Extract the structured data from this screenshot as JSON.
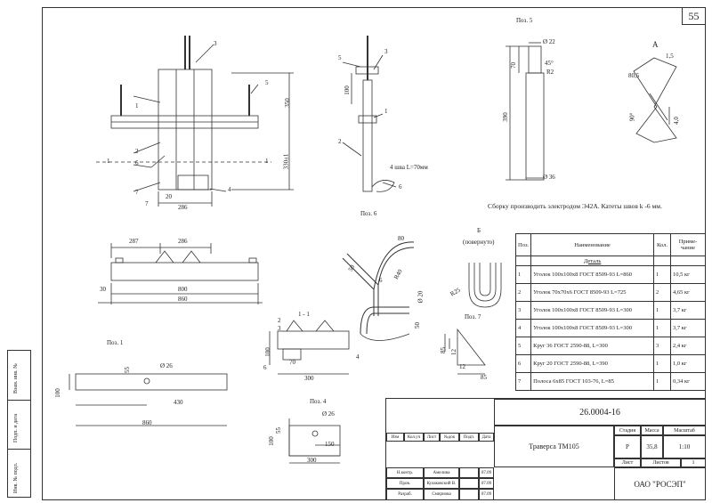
{
  "page_number": "55",
  "views": {
    "pos5_title": "Поз. 5",
    "pos6_title": "Поз. 6",
    "pos7_title": "Поз. 7",
    "pos1_title": "Поз. 1",
    "pos4_title": "Поз. 4",
    "section_11": "1 - 1",
    "view_a": "А",
    "view_b": "Б",
    "view_b_note": "(повернуто)"
  },
  "main_view": {
    "callouts": [
      "1",
      "2",
      "3",
      "4",
      "5",
      "6",
      "7"
    ],
    "dims": {
      "h350": "350",
      "h330": "330±1",
      "w286": "286",
      "w7": "7",
      "w20": "20",
      "cut_left": "1",
      "cut_right": "1"
    }
  },
  "side_view": {
    "callouts": [
      "5",
      "3",
      "1",
      "2",
      "6"
    ],
    "dims": {
      "h100": "100"
    },
    "weld_note": "4 шва L=70мм"
  },
  "pos5": {
    "d22": "Ø 22",
    "d36": "Ø 36",
    "h70": "70",
    "h390": "390",
    "a45": "45°",
    "r2": "R2"
  },
  "view_a_dims": {
    "d1_5": "1,5",
    "d80_5": "80,5",
    "a90": "90°",
    "d4": "4,0"
  },
  "weld_instruction": "Сборку производить электродом Э42А. Катеты швов k  -6 мм.",
  "plan": {
    "d287": "287",
    "d286": "286",
    "d800": "800",
    "d860": "860",
    "d30": "30"
  },
  "pos6": {
    "d80": "80",
    "d50": "50",
    "r40": "R40",
    "d6": "6",
    "d20": "Ø 20",
    "d50b": "50"
  },
  "pos_b": {
    "r25": "R25"
  },
  "pos7": {
    "d85": "85",
    "d12": "12",
    "d12b": "12",
    "d85b": "85"
  },
  "section": {
    "d100": "100",
    "d300": "300",
    "d70": "70",
    "c2": "2",
    "c3": "3",
    "c6": "6",
    "c4": "4"
  },
  "pos1": {
    "d55": "55",
    "d26": "Ø 26",
    "d430": "430",
    "d860": "860",
    "d100": "100"
  },
  "pos4": {
    "d100": "100",
    "d55": "55",
    "d26": "Ø 26",
    "d150": "150",
    "d300": "300"
  },
  "spec": {
    "headers": {
      "pos": "Поз.",
      "name": "Наименование",
      "qty": "Кол.",
      "note": "Приме-чание"
    },
    "group": "Деталь",
    "rows": [
      {
        "pos": "1",
        "name": "Уголок 100х100х8 ГОСТ 8509-93 L=860",
        "qty": "1",
        "note": "10,5 кг"
      },
      {
        "pos": "2",
        "name": "Уголок 70х70х6 ГОСТ 8509-93 L=725",
        "qty": "2",
        "note": "4,65 кг"
      },
      {
        "pos": "3",
        "name": "Уголок 100х100х8 ГОСТ 8509-93 L=300",
        "qty": "1",
        "note": "3,7 кг"
      },
      {
        "pos": "4",
        "name": "Уголок 100х100х8 ГОСТ 8509-93 L=300",
        "qty": "1",
        "note": "3,7 кг"
      },
      {
        "pos": "5",
        "name": "Круг 36 ГОСТ 2590-88, L=300",
        "qty": "3",
        "note": "2,4 кг"
      },
      {
        "pos": "6",
        "name": "Круг 20 ГОСТ 2590-88, L=390",
        "qty": "1",
        "note": "1,0 кг"
      },
      {
        "pos": "7",
        "name": "Полоса 6х85 ГОСТ 103-76, L=85",
        "qty": "1",
        "note": "0,34 кг"
      }
    ]
  },
  "title_block": {
    "code": "26.0004-16",
    "name": "Траверса ТМ105",
    "stage_label": "Стадия",
    "mass_label": "Масса",
    "scale_label": "Масштаб",
    "stage": "Р",
    "mass": "35,8",
    "scale": "1:10",
    "sheet_label": "Лист",
    "sheets_label": "Листов",
    "sheets": "1",
    "company": "ОАО \"РОСЭП\"",
    "cols": [
      "Изм",
      "Кол.уч",
      "Лист",
      "№док",
      "Подп.",
      "Дата"
    ],
    "roles": [
      {
        "role": "Н.контр.",
        "name": "Амелина",
        "date": "07.09"
      },
      {
        "role": "Пров.",
        "name": "Кулаковский В.",
        "date": "07.09"
      },
      {
        "role": "Разраб.",
        "name": "Смирнова",
        "date": "07.09"
      }
    ]
  },
  "side_stamp": {
    "labels": [
      "Инв. № подл.",
      "Подп. и дата",
      "Взам. инв. №"
    ]
  }
}
